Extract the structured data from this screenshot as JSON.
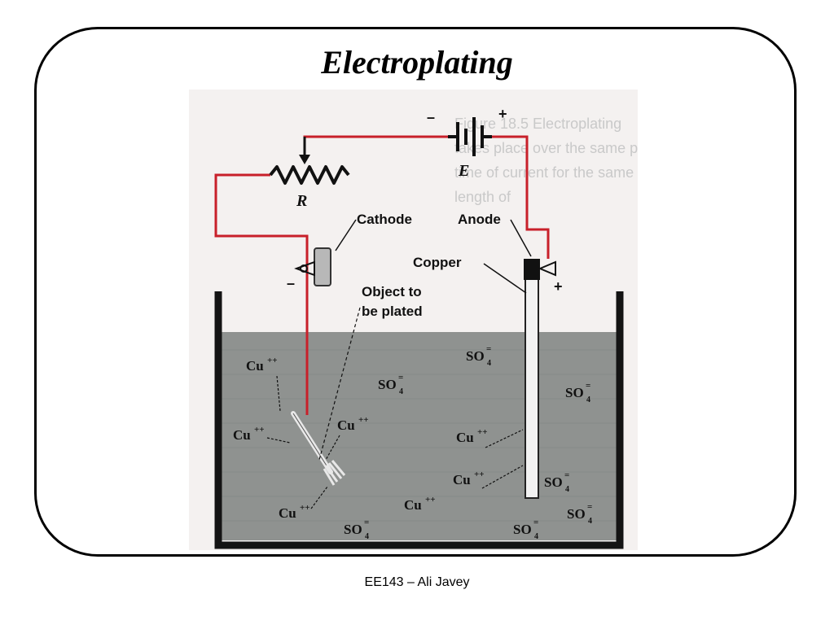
{
  "slide": {
    "title": "Electroplating",
    "footer": "EE143 – Ali Javey"
  },
  "diagram": {
    "labels": {
      "cathode": "Cathode",
      "anode": "Anode",
      "copper": "Copper",
      "object_line1": "Object to",
      "object_line2": "be plated",
      "resistor": "R",
      "battery": "E",
      "battery_minus": "–",
      "battery_plus": "+",
      "cathode_minus": "–",
      "anode_plus": "+"
    },
    "ions": {
      "cu_base": "Cu",
      "cu_charge": "++",
      "so4_base": "SO",
      "so4_sub": "4",
      "so4_charge": "="
    },
    "background_text": [
      "Figure 18.5 Electroplating",
      "takes place over the same period",
      "time of current for the same",
      "length of"
    ],
    "colors": {
      "wire": "#c8202a",
      "electrolyte": "#8f9290",
      "tank": "#141414",
      "cathode_plate": "#b8b8b8",
      "anode_rod": "#f2f2f2"
    }
  }
}
